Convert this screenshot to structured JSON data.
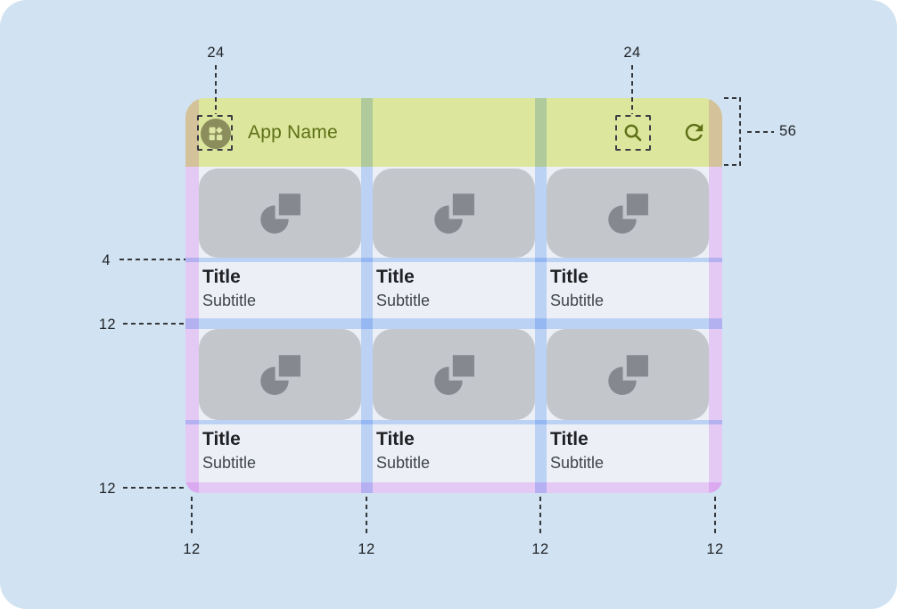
{
  "appbar": {
    "app_name": "App Name",
    "leading_icon": "widgets-icon",
    "trailing_icons": [
      "search-icon",
      "refresh-icon"
    ]
  },
  "cards": [
    {
      "title": "Title",
      "subtitle": "Subtitle"
    },
    {
      "title": "Title",
      "subtitle": "Subtitle"
    },
    {
      "title": "Title",
      "subtitle": "Subtitle"
    },
    {
      "title": "Title",
      "subtitle": "Subtitle"
    },
    {
      "title": "Title",
      "subtitle": "Subtitle"
    },
    {
      "title": "Title",
      "subtitle": "Subtitle"
    }
  ],
  "annotations": {
    "appbar_leading_icon_size": "24",
    "appbar_trailing_icon_size": "24",
    "appbar_height": "56",
    "text_top_padding": "4",
    "row_gap": "12",
    "bottom_margin": "12",
    "bottom_spacings": [
      "12",
      "12",
      "12",
      "12"
    ]
  },
  "colors": {
    "page_background": "#d1e3f2",
    "appbar_background": "#dde69d",
    "appbar_accent": "#5c7016",
    "margin_overlay": "#e4c9f3",
    "gutter_overlay": "#bdd2f4",
    "card_media": "#c3c6cb",
    "card_background": "#edeff6",
    "media_icon": "#85898f"
  }
}
